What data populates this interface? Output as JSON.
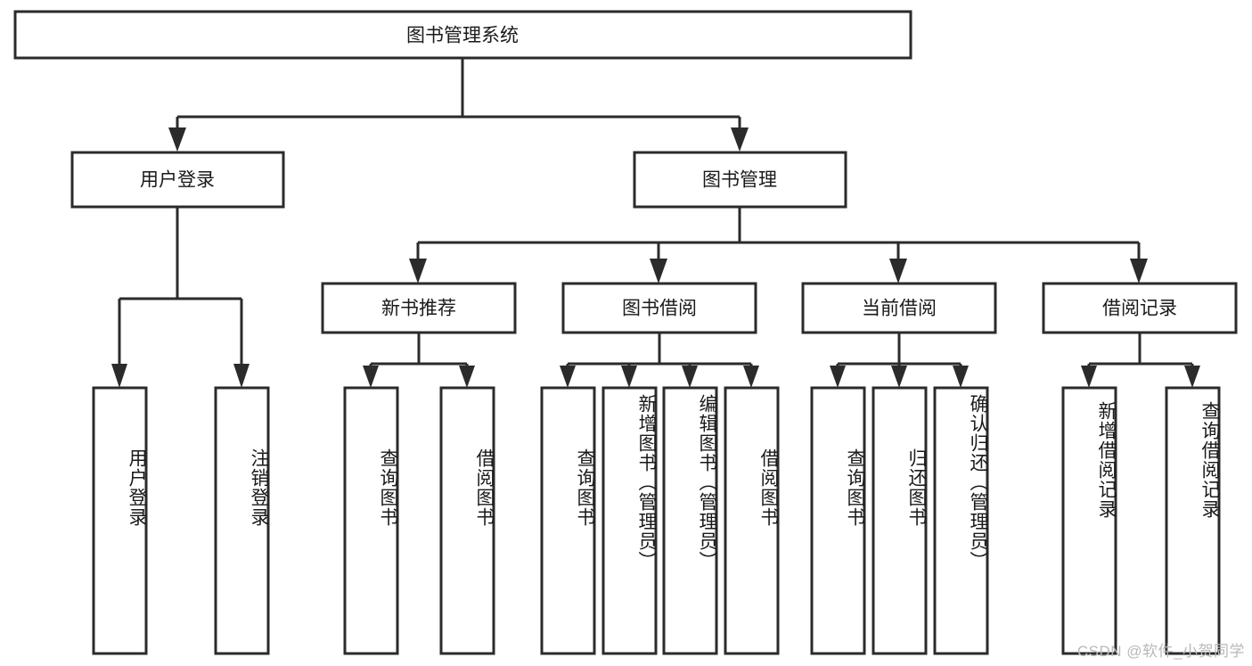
{
  "diagram": {
    "title": "图书管理系统",
    "type": "hierarchy-tree",
    "watermark": "CSDN @软件_小贺同学",
    "colors": {
      "background": "#ffffff",
      "stroke": "#2b2b2b",
      "node_fill": "#ffffff",
      "text": "#1a1a1a",
      "watermark": "#b9b9b9"
    },
    "root": {
      "label": "图书管理系统"
    },
    "level1": [
      {
        "id": "user-login",
        "label": "用户登录"
      },
      {
        "id": "book-management",
        "label": "图书管理"
      }
    ],
    "level2": [
      {
        "id": "new-book-recommend",
        "label": "新书推荐",
        "parent": "book-management"
      },
      {
        "id": "book-borrow",
        "label": "图书借阅",
        "parent": "book-management"
      },
      {
        "id": "current-borrow",
        "label": "当前借阅",
        "parent": "book-management"
      },
      {
        "id": "borrow-record",
        "label": "借阅记录",
        "parent": "book-management"
      }
    ],
    "leaves": {
      "user-login": [
        {
          "id": "leaf-user-login",
          "label": "用户登录"
        },
        {
          "id": "leaf-user-logout",
          "label": "注销登录"
        }
      ],
      "new-book-recommend": [
        {
          "id": "leaf-query-book-1",
          "label": "查询图书"
        },
        {
          "id": "leaf-borrow-book-1",
          "label": "借阅图书"
        }
      ],
      "book-borrow": [
        {
          "id": "leaf-query-book-2",
          "label": "查询图书"
        },
        {
          "id": "leaf-add-book",
          "label": "新增图书（管理员）"
        },
        {
          "id": "leaf-edit-book",
          "label": "编辑图书（管理员）"
        },
        {
          "id": "leaf-borrow-book-2",
          "label": "借阅图书"
        }
      ],
      "current-borrow": [
        {
          "id": "leaf-query-book-3",
          "label": "查询图书"
        },
        {
          "id": "leaf-return-book",
          "label": "归还图书"
        },
        {
          "id": "leaf-confirm-return",
          "label": "确认归还（管理员）"
        }
      ],
      "borrow-record": [
        {
          "id": "leaf-add-record",
          "label": "新增借阅记录"
        },
        {
          "id": "leaf-query-record",
          "label": "查询借阅记录"
        }
      ]
    }
  }
}
